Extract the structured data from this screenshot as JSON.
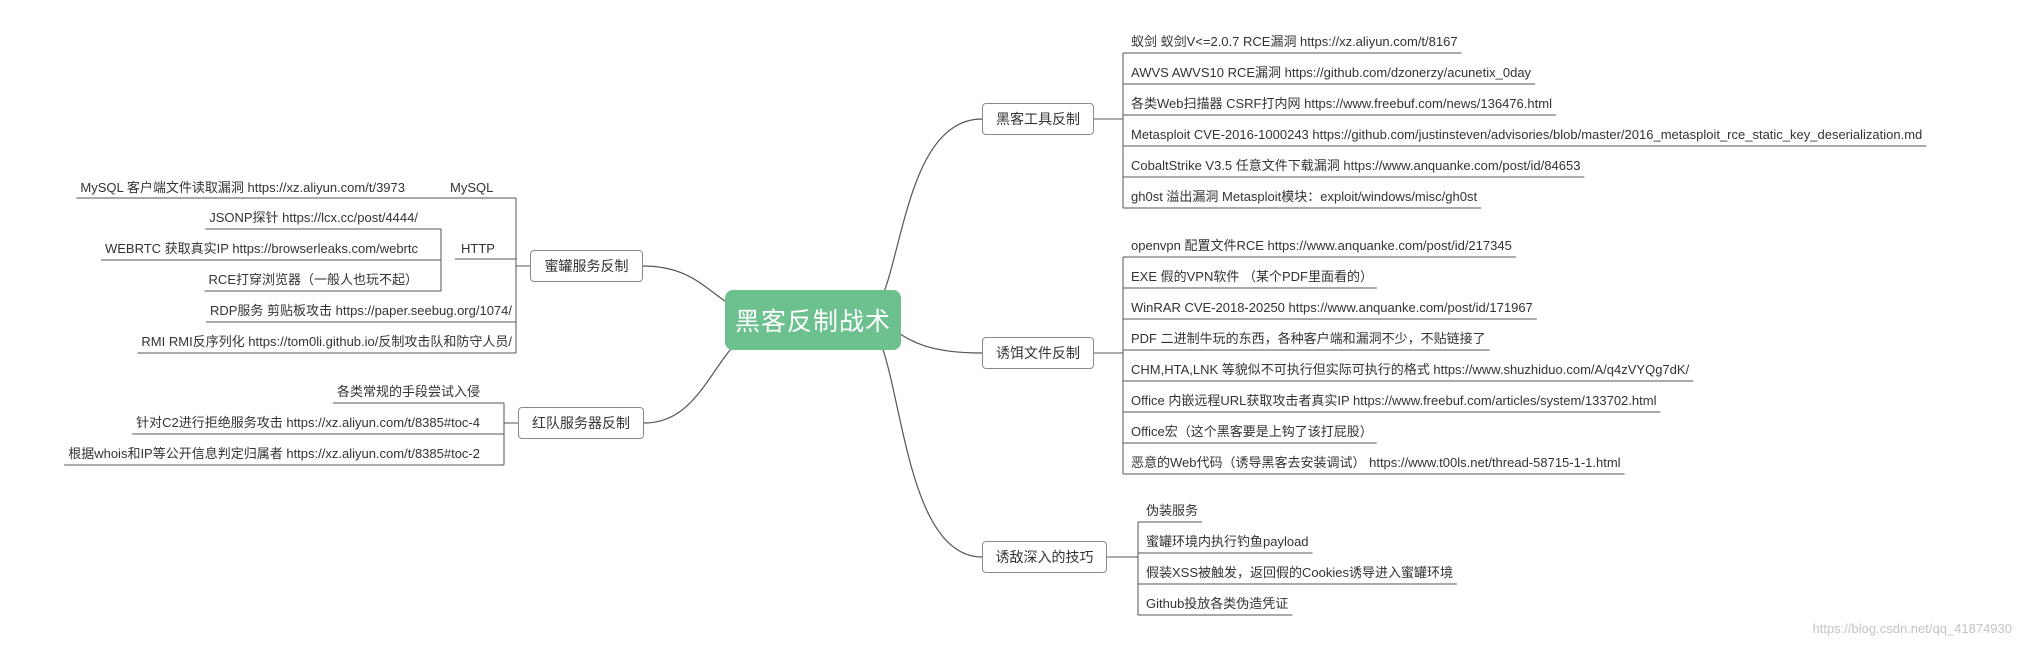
{
  "root": {
    "title": "黑客反制战术"
  },
  "right_branches": [
    {
      "label": "黑客工具反制",
      "leaves": [
        "蚁剑            蚁剑V<=2.0.7 RCE漏洞 https://xz.aliyun.com/t/8167",
        "AWVS AWVS10 RCE漏洞 https://github.com/dzonerzy/acunetix_0day",
        "各类Web扫描器 CSRF打内网 https://www.freebuf.com/news/136476.html",
        "Metasploit  CVE-2016-1000243 https://github.com/justinsteven/advisories/blob/master/2016_metasploit_rce_static_key_deserialization.md",
        "CobaltStrike  V3.5 任意文件下载漏洞 https://www.anquanke.com/post/id/84653",
        "gh0st 溢出漏洞  Metasploit模块：exploit/windows/misc/gh0st"
      ]
    },
    {
      "label": "诱饵文件反制",
      "leaves": [
        "openvpn 配置文件RCE  https://www.anquanke.com/post/id/217345",
        "EXE 假的VPN软件 （某个PDF里面看的）",
        "WinRAR CVE-2018-20250 https://www.anquanke.com/post/id/171967",
        "PDF 二进制牛玩的东西，各种客户端和漏洞不少，不贴链接了",
        "CHM,HTA,LNK 等貌似不可执行但实际可执行的格式 https://www.shuzhiduo.com/A/q4zVYQg7dK/",
        "Office 内嵌远程URL获取攻击者真实IP https://www.freebuf.com/articles/system/133702.html",
        "Office宏（这个黑客要是上钩了该打屁股）",
        "恶意的Web代码（诱导黑客去安装调试）  https://www.t00ls.net/thread-58715-1-1.html"
      ]
    },
    {
      "label": "诱敌深入的技巧",
      "leaves": [
        "伪装服务",
        "蜜罐环境内执行钓鱼payload",
        "假装XSS被触发，返回假的Cookies诱导进入蜜罐环境",
        "Github投放各类伪造凭证"
      ]
    }
  ],
  "left_branches": [
    {
      "label": "蜜罐服务反制",
      "groups": [
        {
          "label": "MySQL",
          "leaves": [
            "MySQL 客户端文件读取漏洞 https://xz.aliyun.com/t/3973"
          ]
        },
        {
          "label": "HTTP",
          "leaves": [
            "JSONP探针 https://lcx.cc/post/4444/",
            "WEBRTC 获取真实IP   https://browserleaks.com/webrtc",
            "RCE打穿浏览器（一般人也玩不起）"
          ]
        }
      ],
      "leaves": [
        "RDP服务 剪贴板攻击 https://paper.seebug.org/1074/",
        "RMI  RMI反序列化 https://tom0li.github.io/反制攻击队和防守人员/"
      ]
    },
    {
      "label": "红队服务器反制",
      "leaves": [
        "各类常规的手段尝试入侵",
        "针对C2进行拒绝服务攻击   https://xz.aliyun.com/t/8385#toc-4",
        "根据whois和IP等公开信息判定归属者  https://xz.aliyun.com/t/8385#toc-2"
      ]
    }
  ],
  "watermark": "https://blog.csdn.net/qq_41874930",
  "colors": {
    "root_fill": "#6cc18f",
    "line": "#555555",
    "branch_border": "#8a8a8a",
    "text": "#333333"
  }
}
